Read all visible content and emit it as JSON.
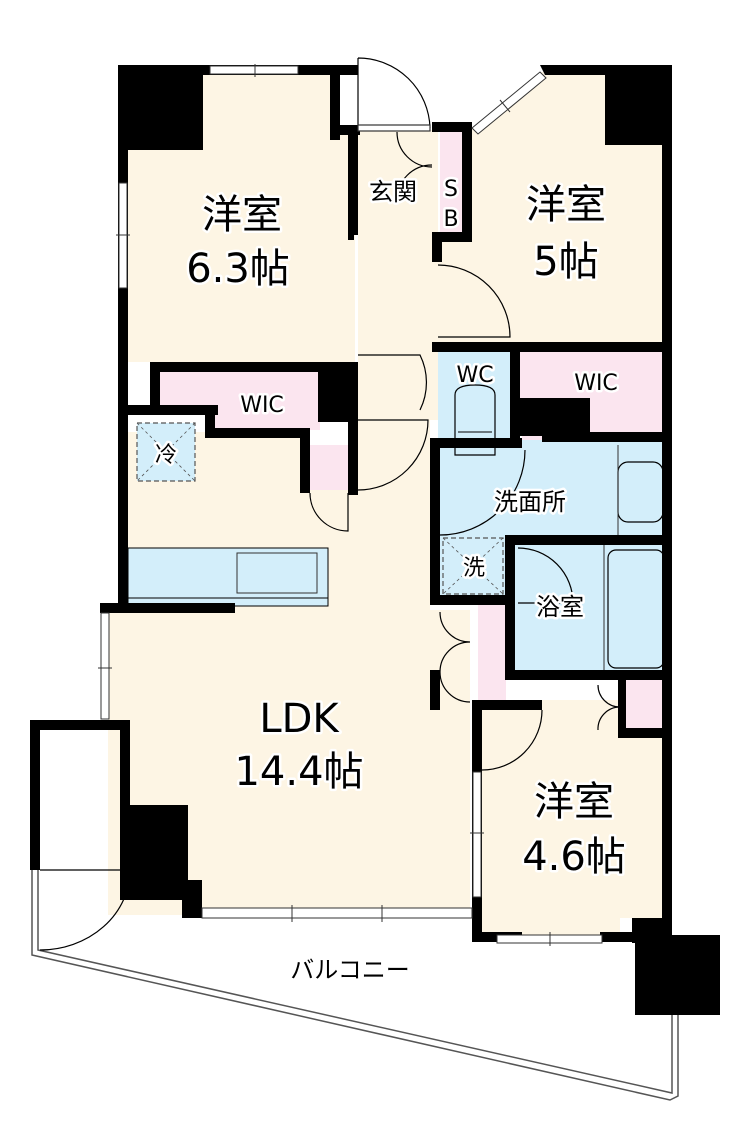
{
  "colors": {
    "room": "#fdf5e4",
    "wet": "#d3eefa",
    "storage": "#fbe5ef",
    "wall": "#000000",
    "background": "#ffffff"
  },
  "rooms": {
    "western_1": {
      "name": "洋室",
      "size": "6.3帖"
    },
    "western_2": {
      "name": "洋室",
      "size": "5帖"
    },
    "western_3": {
      "name": "洋室",
      "size": "4.6帖"
    },
    "ldk": {
      "name": "LDK",
      "size": "14.4帖"
    },
    "entrance": {
      "name": "玄関"
    },
    "shoe_box": {
      "line1": "S",
      "line2": "B"
    },
    "wic_1": {
      "name": "WIC"
    },
    "wic_2": {
      "name": "WIC"
    },
    "wc": {
      "name": "WC"
    },
    "washroom": {
      "name": "洗面所"
    },
    "bathroom": {
      "name": "浴室"
    },
    "fridge": {
      "name": "冷"
    },
    "washer": {
      "name": "洗"
    },
    "balcony": {
      "name": "バルコニー"
    }
  }
}
